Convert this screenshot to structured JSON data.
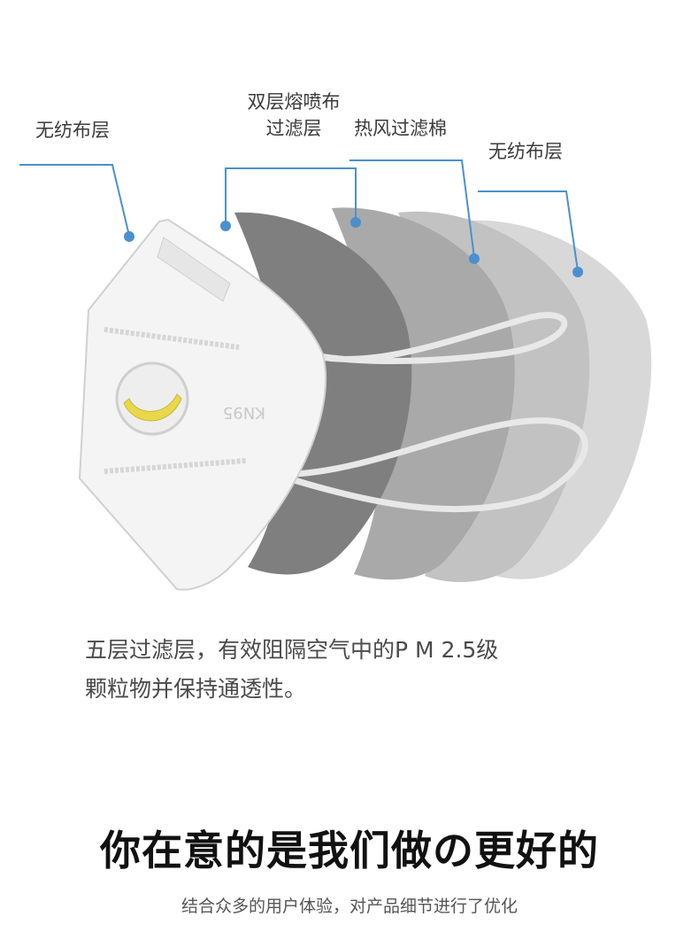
{
  "callouts": {
    "layer1": "无纺布层",
    "layer2_line1": "双层熔喷布",
    "layer2_line2": "过滤层",
    "layer3": "热风过滤棉",
    "layer4": "无纺布层"
  },
  "mask": {
    "imprint": "KN95"
  },
  "description": {
    "line1": "五层过滤层，有效阻隔空气中的P M 2.5级",
    "line2": "颗粒物并保持通透性。"
  },
  "headline": "你在意的是我们做の更好的",
  "subline": "结合众多的用户体验，对产品细节进行了优化",
  "colors": {
    "leader_line": "#4a90cf",
    "layer_dark": "#7f7f7f",
    "layer_mid": "#a8a8a8",
    "layer_light": "#c2c2c2",
    "layer_lightest": "#d6d6d6",
    "mask_white": "#f4f4f4",
    "valve_yellow": "#e8d84a"
  }
}
